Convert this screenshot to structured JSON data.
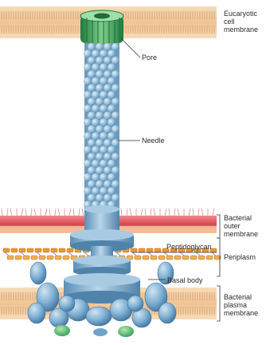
{
  "labels": {
    "eucaryotic_membrane": "Eucaryotic\ncell\nmembrane",
    "pore": "Pore",
    "needle": "Needle",
    "bacterial_outer_membrane": "Bacterial\nouter\nmembrane",
    "peptidoglycan": "Peptidoglycan",
    "periplasm": "Periplasm",
    "basal_body": "Basal body",
    "bacterial_plasma_membrane": "Bacterial\nplasma\nmembrane"
  },
  "colors": {
    "membrane_tan": "#f2c99e",
    "membrane_stripe": "#d9a877",
    "pore_green": "#2f9e54",
    "needle_blue": "#8fb8d6",
    "outer_membrane_red": "#d9474f",
    "peptidoglycan_orange": "#e89a30",
    "basal_body_blue": "#6fa3c8",
    "leader_line": "#333333"
  }
}
